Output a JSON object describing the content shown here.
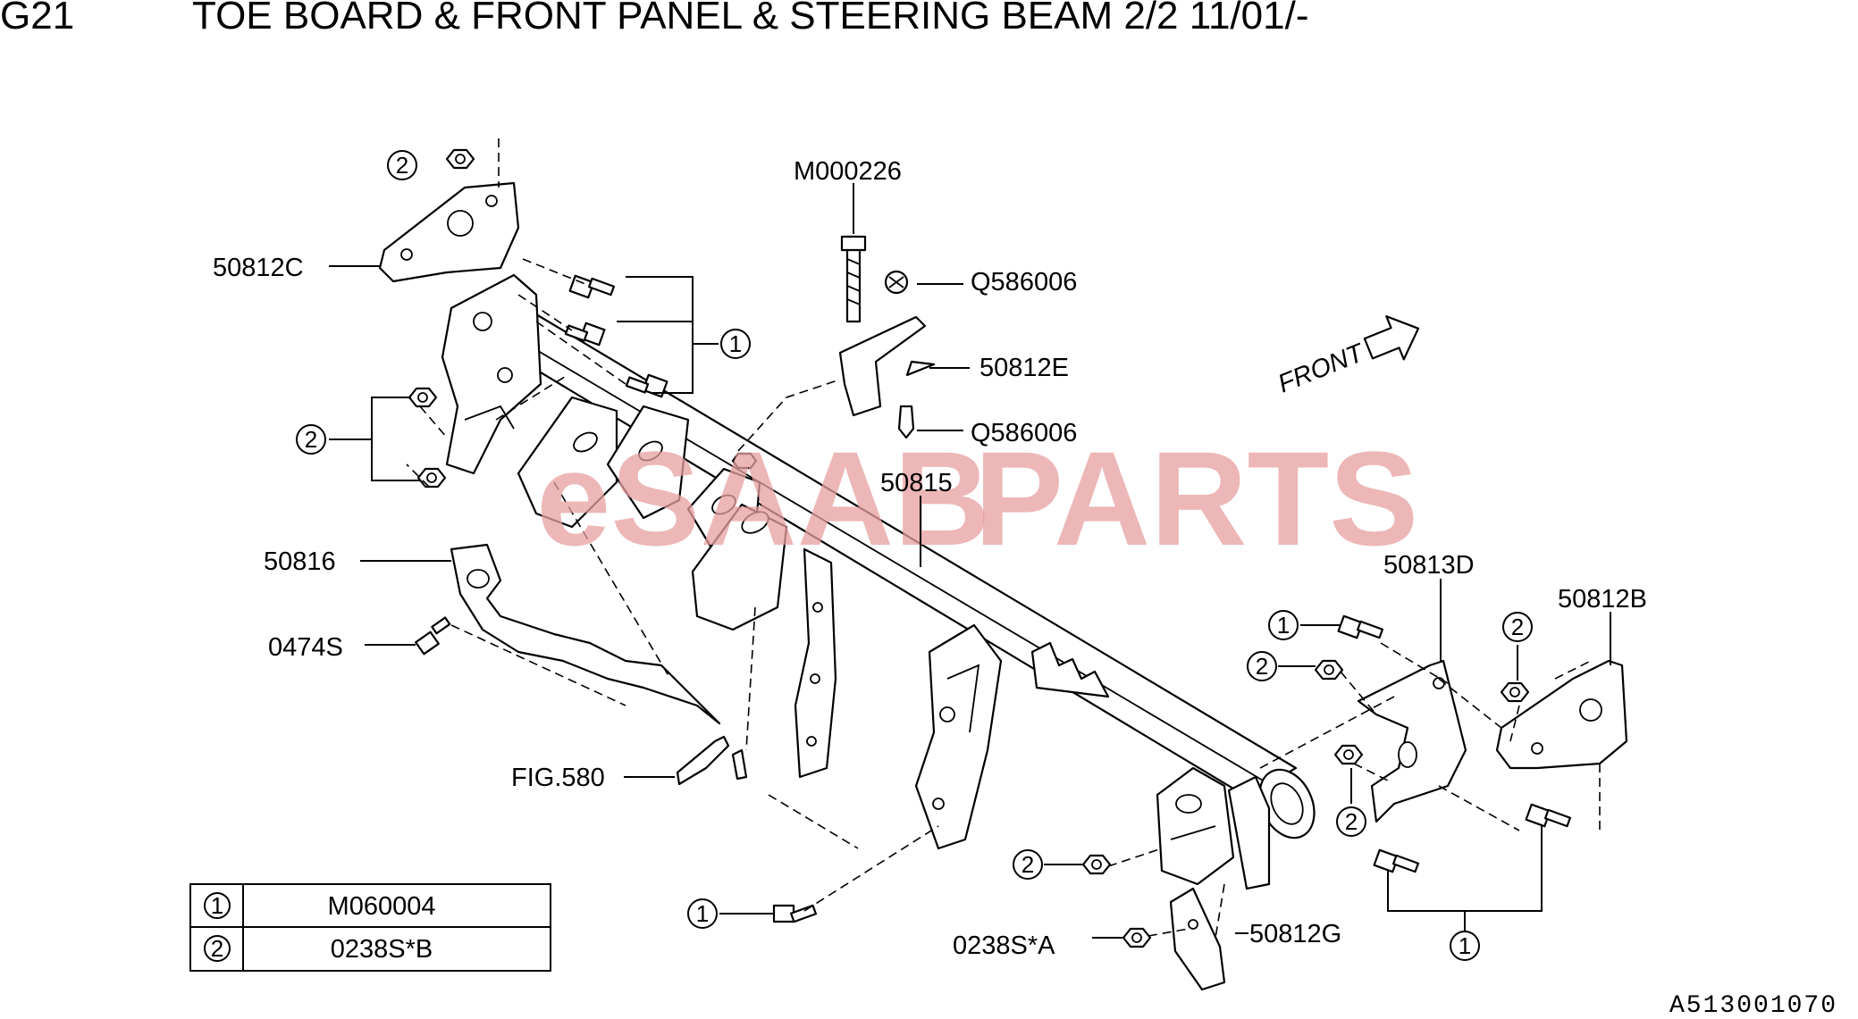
{
  "header": {
    "fig_code": "G21",
    "title": "TOE BOARD & FRONT PANEL & STEERING BEAM  2/2 11/01/-"
  },
  "watermark": {
    "prefix": "eSAAB",
    "suffix": "PARTS",
    "color_prefix": "#e8a0a0",
    "color_suffix": "#e07a7a"
  },
  "direction_label": "FRONT",
  "callouts": {
    "c_50812C": "50812C",
    "c_M000226": "M000226",
    "c_Q586006_top": "Q586006",
    "c_50812E": "50812E",
    "c_Q586006_bottom": "Q586006",
    "c_50815": "50815",
    "c_50816": "50816",
    "c_0474S": "0474S",
    "c_FIG580": "FIG.580",
    "c_50813D": "50813D",
    "c_50812B": "50812B",
    "c_50812G": "50812G",
    "c_0238SA": "0238S*A"
  },
  "ref_numbers": {
    "one": "1",
    "two": "2"
  },
  "legend": [
    {
      "ref": "1",
      "part": "M060004"
    },
    {
      "ref": "2",
      "part": "0238S*B"
    }
  ],
  "footer_code": "A513001070"
}
